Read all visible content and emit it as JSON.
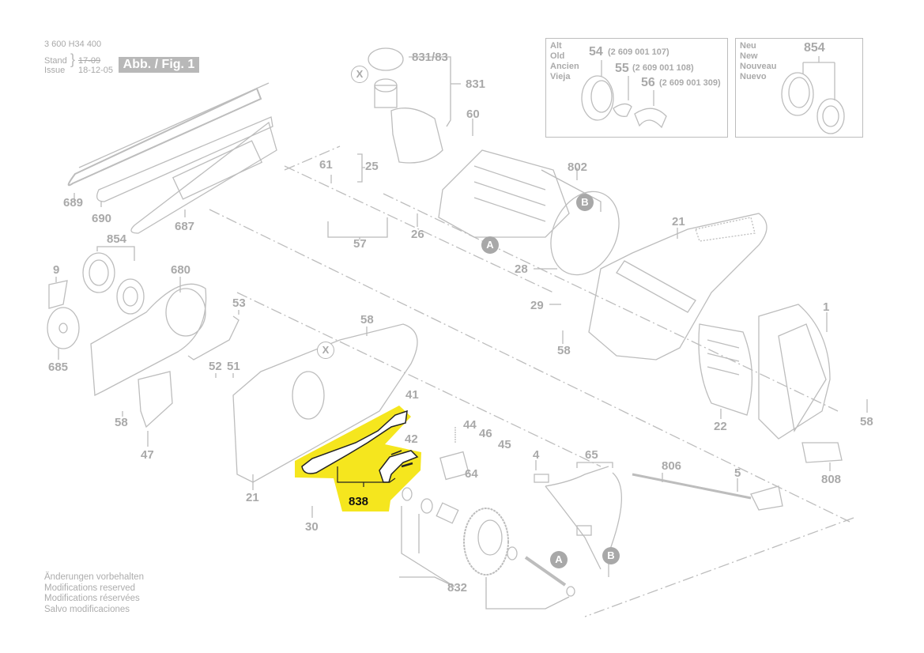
{
  "header": {
    "part_number": "3 600 H34 400",
    "stand_label": "Stand",
    "issue_label": "Issue",
    "old_date": "17-09",
    "issue_date": "18-12-05",
    "figure_badge": "Abb. / Fig. 1"
  },
  "old_box": {
    "languages": [
      "Alt",
      "Old",
      "Ancien",
      "Vieja"
    ],
    "parts": [
      {
        "num": "54",
        "code": "(2 609 001 107)"
      },
      {
        "num": "55",
        "code": "(2 609 001 108)"
      },
      {
        "num": "56",
        "code": "(2 609 001 309)"
      }
    ]
  },
  "new_box": {
    "languages": [
      "Neu",
      "New",
      "Nouveau",
      "Nuevo"
    ],
    "part": "854"
  },
  "highlight": {
    "color": "#f5e61e",
    "part": "838"
  },
  "callouts": {
    "c831_83": "831/83",
    "c831": "831",
    "c60": "60",
    "c61": "61",
    "c25": "25",
    "c57": "57",
    "c26": "26",
    "c802": "802",
    "c689": "689",
    "c690": "690",
    "c687": "687",
    "c854": "854",
    "c9": "9",
    "c680": "680",
    "c685": "685",
    "c53": "53",
    "c58a": "58",
    "c52": "52",
    "c51": "51",
    "c58b": "58",
    "c47": "47",
    "c41": "41",
    "c42": "42",
    "c21a": "21",
    "c30": "30",
    "c44": "44",
    "c46": "46",
    "c45": "45",
    "c64": "64",
    "c4": "4",
    "c65": "65",
    "c806": "806",
    "c5": "5",
    "c832": "832",
    "c28": "28",
    "c29": "29",
    "c58c": "58",
    "c21b": "21",
    "c1": "1",
    "c22": "22",
    "c58d": "58",
    "c808": "808"
  },
  "markers": {
    "x_marker": "X",
    "a_marker": "A",
    "b_marker": "B"
  },
  "footer": [
    "Änderungen vorbehalten",
    "Modifications reserved",
    "Modifications réservées",
    "Salvo modificaciones"
  ]
}
